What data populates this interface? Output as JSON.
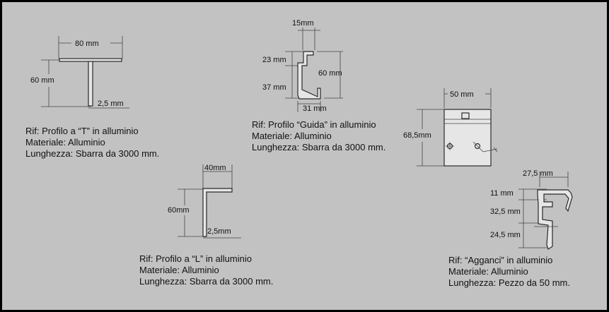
{
  "profiles": [
    {
      "id": "t",
      "dims": [
        "80 mm",
        "60 mm",
        "2,5 mm"
      ],
      "rif": "Rif: Profilo a “T” in alluminio",
      "materiale": "Materiale: Alluminio",
      "lunghezza": "Lunghezza: Sbarra da 3000 mm."
    },
    {
      "id": "guida",
      "dims": [
        "15mm",
        "23 mm",
        "60 mm",
        "37 mm",
        "31 mm"
      ],
      "rif": "Rif: Profilo “Guida” in alluminio",
      "materiale": "Materiale: Alluminio",
      "lunghezza": "Lunghezza: Sbarra da 3000 mm."
    },
    {
      "id": "l",
      "dims": [
        "40mm",
        "60mm",
        "2,5mm"
      ],
      "rif": "Rif: Profilo a “L” in alluminio",
      "materiale": "Materiale: Alluminio",
      "lunghezza": "Lunghezza: Sbarra da 3000 mm."
    },
    {
      "id": "agganci",
      "dims": [
        "50 mm",
        "68,5mm",
        "27,5 mm",
        "11 mm",
        "32,5 mm",
        "24,5 mm"
      ],
      "rif": "Rif: “Agganci” in alluminio",
      "materiale": "Materiale: Alluminio",
      "lunghezza": "Lunghezza: Pezzo da 50 mm."
    }
  ]
}
